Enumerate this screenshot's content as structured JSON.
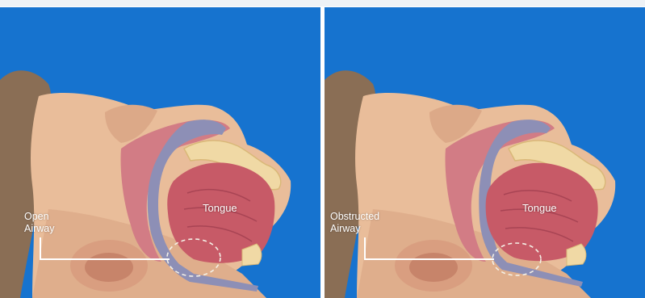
{
  "panels": [
    {
      "id": "open",
      "airway_label_line1": "Open",
      "airway_label_line2": "Airway",
      "tongue_label": "Tongue"
    },
    {
      "id": "obstructed",
      "airway_label_line1": "Obstructed",
      "airway_label_line2": "Airway",
      "tongue_label": "Tongue"
    }
  ],
  "colors": {
    "background": "#1673cf",
    "skin": "#e9bd9a",
    "hair": "#8a6e55",
    "tongue": "#c75a67",
    "airway": "#8d8fb6",
    "bone": "#f0d9a5"
  }
}
